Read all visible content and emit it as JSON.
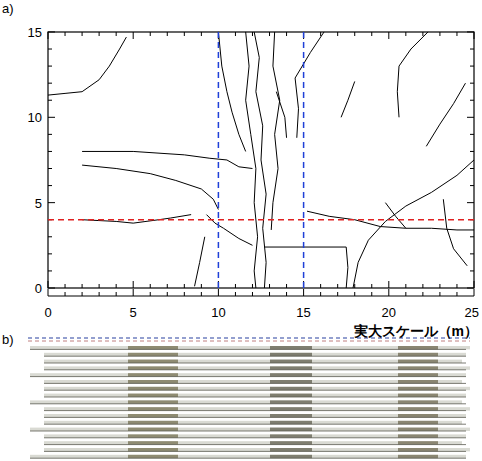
{
  "diagram": {
    "labels": [
      "a)",
      "15",
      "10",
      "5",
      "0",
      "0",
      "5",
      "10",
      "15",
      "20",
      "25",
      "実大スケール（m）",
      "b)"
    ]
  }
}
